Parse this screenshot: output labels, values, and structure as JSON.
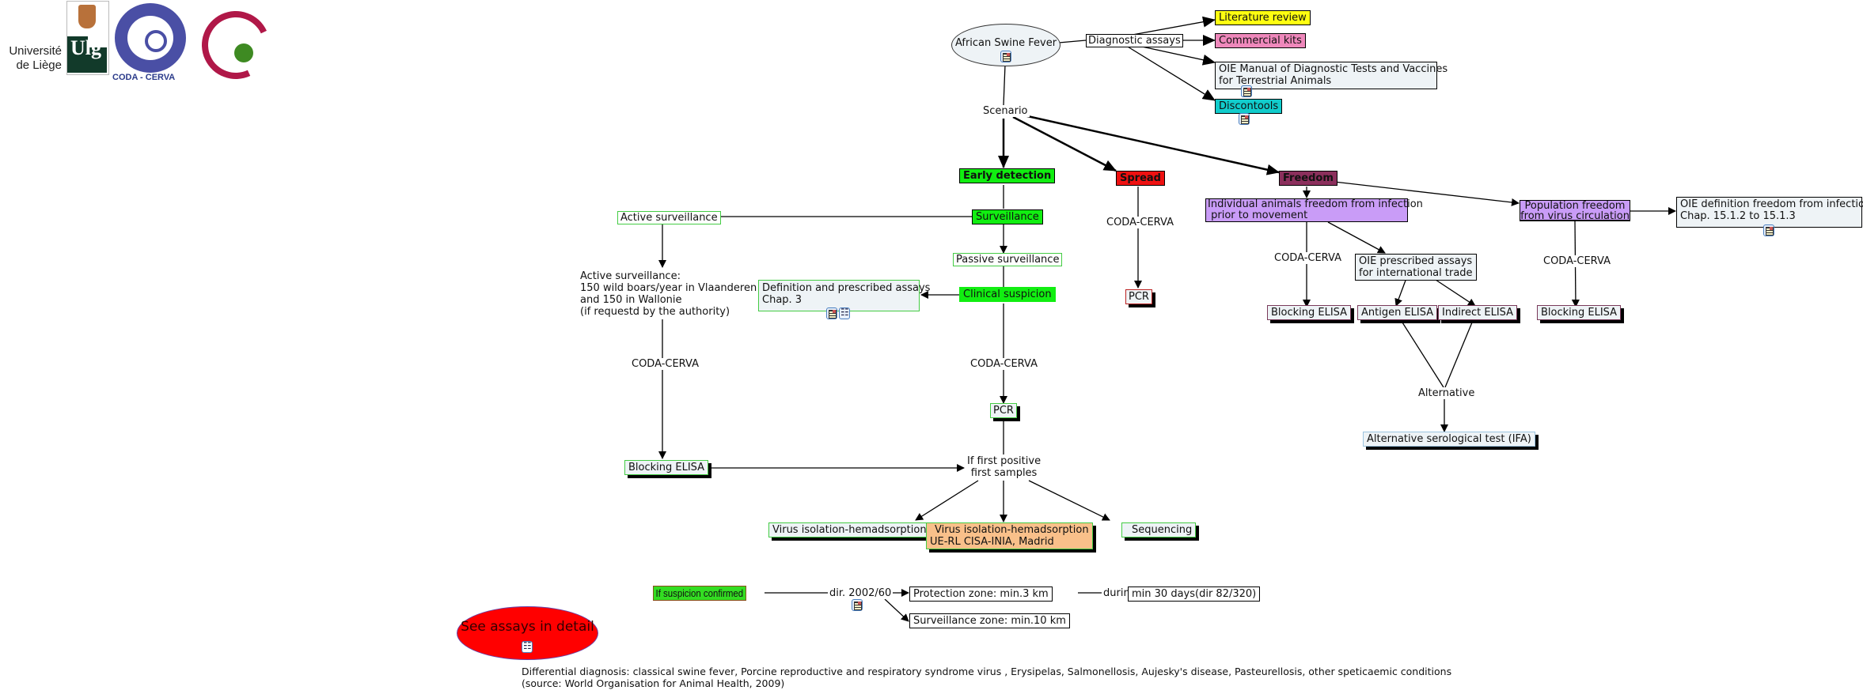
{
  "logos": {
    "ulg_text": [
      "Université",
      "de Liège"
    ],
    "ulg_mark": "Ulg",
    "coda_text": "CODA - CERVA"
  },
  "colors": {
    "early_detection": "#11ee11",
    "spread": "#ee1111",
    "freedom": "#8b2f5c",
    "freedom_sub": "#c99cf7",
    "literature": "#ffff11",
    "commercial": "#ee88bb",
    "discontools": "#11cccc",
    "light_node": "#eef3f6",
    "madrid": "#f9c08a",
    "see_assays": "#ff0000"
  },
  "nodes": {
    "asf": "African Swine Fever",
    "diagnostic_assays": "Diagnostic assays",
    "literature_review": "Literature review",
    "commercial_kits": "Commercial kits",
    "oie_manual": [
      "OIE Manual of Diagnostic Tests and Vaccines",
      "for Terrestrial Animals"
    ],
    "discontools": "Discontools",
    "scenario": "Scenario",
    "early_detection": "Early detection",
    "spread": "Spread",
    "freedom": "Freedom",
    "surveillance": "Surveillance",
    "active_surveillance": "Active surveillance",
    "passive_surveillance": "Passive surveillance",
    "active_detail": [
      "Active surveillance:",
      "150 wild boars/year in Vlaanderen",
      "and 150 in Wallonie",
      "(if requestd by the authority)"
    ],
    "definition_assays": [
      "Definition and prescribed assays",
      "Chap. 3"
    ],
    "clinical_suspicion": "Clinical suspicion",
    "pcr_early": "PCR",
    "pcr_spread": "PCR",
    "blocking_elisa_active": "Blocking ELISA",
    "if_first_positive": [
      "If first positive",
      "first samples"
    ],
    "virus_isolation": "Virus isolation-hemadsorption",
    "virus_isolation_madrid": [
      "Virus isolation-hemadsorption",
      "UE-RL CISA-INIA, Madrid"
    ],
    "sequencing": "Sequencing",
    "individual_freedom": [
      "Individual animals freedom from infection",
      " prior to movement"
    ],
    "population_freedom": [
      "Population freedom",
      "from virus circulation"
    ],
    "oie_definition": [
      "OIE definition freedom from infection",
      "Chap. 15.1.2 to 15.1.3"
    ],
    "oie_prescribed": [
      "OIE prescribed assays",
      "for international trade"
    ],
    "blocking_elisa_ind": "Blocking ELISA",
    "antigen_elisa": "Antigen ELISA",
    "indirect_elisa": "Indirect ELISA",
    "blocking_elisa_pop": "Blocking ELISA",
    "alternative": "Alternative",
    "ifa": "Alternative serological test (IFA)",
    "if_suspicion_confirmed": "If suspicion confirmed",
    "dir_2002": "dir. 2002/60",
    "protection_zone": "Protection zone: min.3 km",
    "during": "during",
    "min_30_days": "min 30 days(dir 82/320)",
    "surveillance_zone": "Surveillance zone: min.10 km",
    "see_assays": "See assays in detail"
  },
  "edge_labels": {
    "coda_cerva": "CODA-CERVA"
  },
  "footer": {
    "line1": "Differential diagnosis: classical swine fever, Porcine reproductive and respiratory syndrome virus , Erysipelas, Salmonellosis, Aujesky's disease, Pasteurellosis, other speticaemic conditions",
    "line2": "(source: World Organisation for Animal Health, 2009)"
  }
}
